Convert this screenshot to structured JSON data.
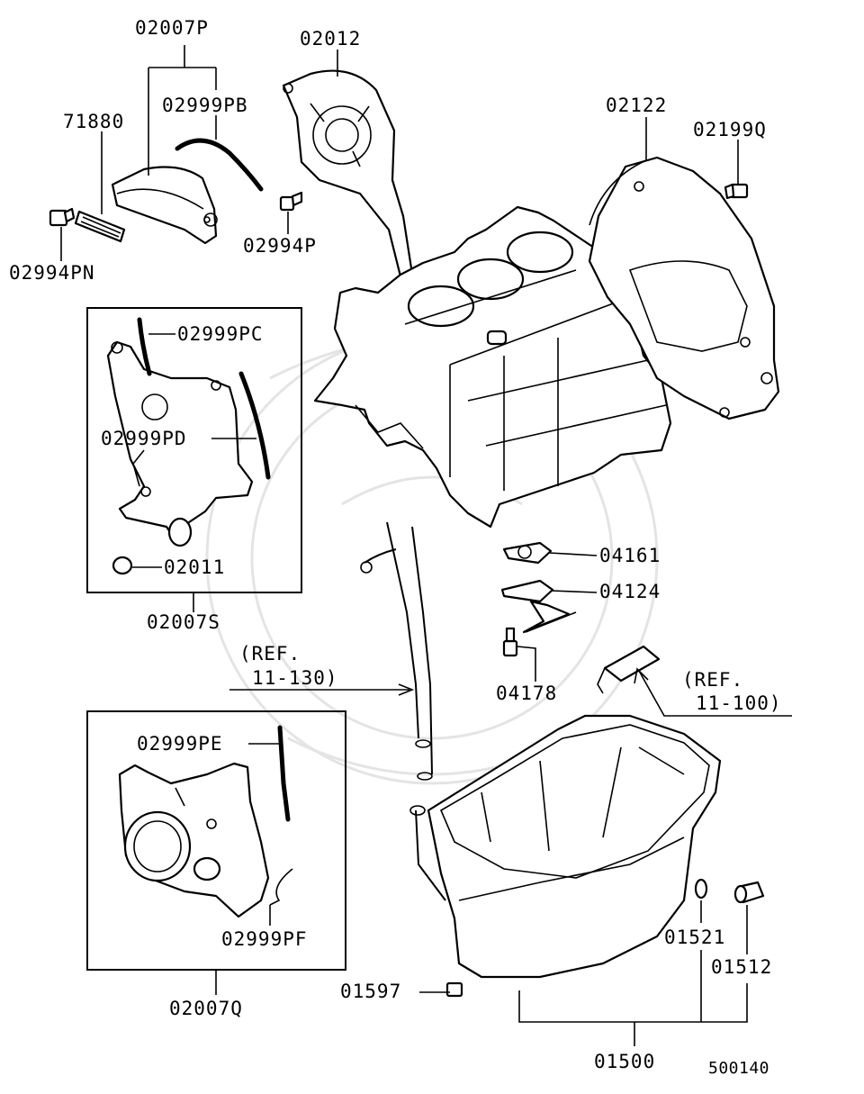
{
  "diagram_id": "500140",
  "labels": {
    "p02007P": "02007P",
    "p02012": "02012",
    "p02999PB": "02999PB",
    "p71880": "71880",
    "p02122": "02122",
    "p02199Q": "02199Q",
    "p02994P": "02994P",
    "p02994PN": "02994PN",
    "p02999PC": "02999PC",
    "p02999PD": "02999PD",
    "p02011": "02011",
    "p02007S": "02007S",
    "ref1_line1": "(REF.",
    "ref1_line2": "11-130)",
    "p04161": "04161",
    "p04124": "04124",
    "p04178": "04178",
    "ref2_line1": "(REF.",
    "ref2_line2": "11-100)",
    "p02999PE": "02999PE",
    "p02999PF": "02999PF",
    "p02007Q": "02007Q",
    "p01521": "01521",
    "p01512": "01512",
    "p01597": "01597",
    "p01500": "01500"
  }
}
